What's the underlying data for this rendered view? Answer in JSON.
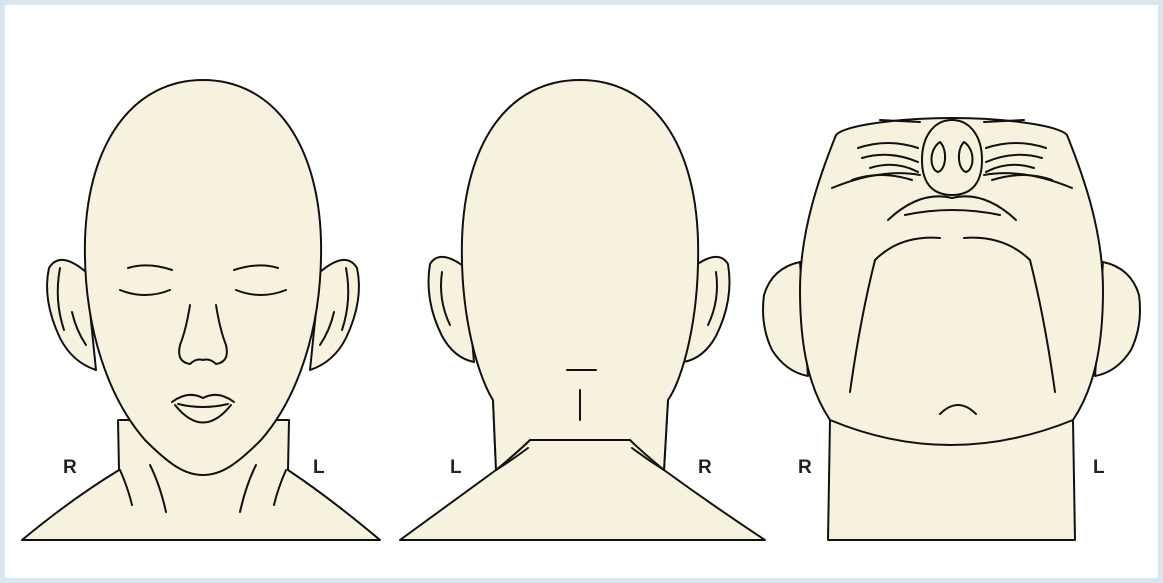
{
  "figure": {
    "views": [
      {
        "id": "front",
        "left_label": "R",
        "right_label": "L"
      },
      {
        "id": "back",
        "left_label": "L",
        "right_label": "R"
      },
      {
        "id": "below",
        "left_label": "R",
        "right_label": "L"
      }
    ],
    "colors": {
      "skin": "#f7f2de",
      "outline": "#111111",
      "border": "#d7e6ef",
      "label": "#222222"
    }
  }
}
